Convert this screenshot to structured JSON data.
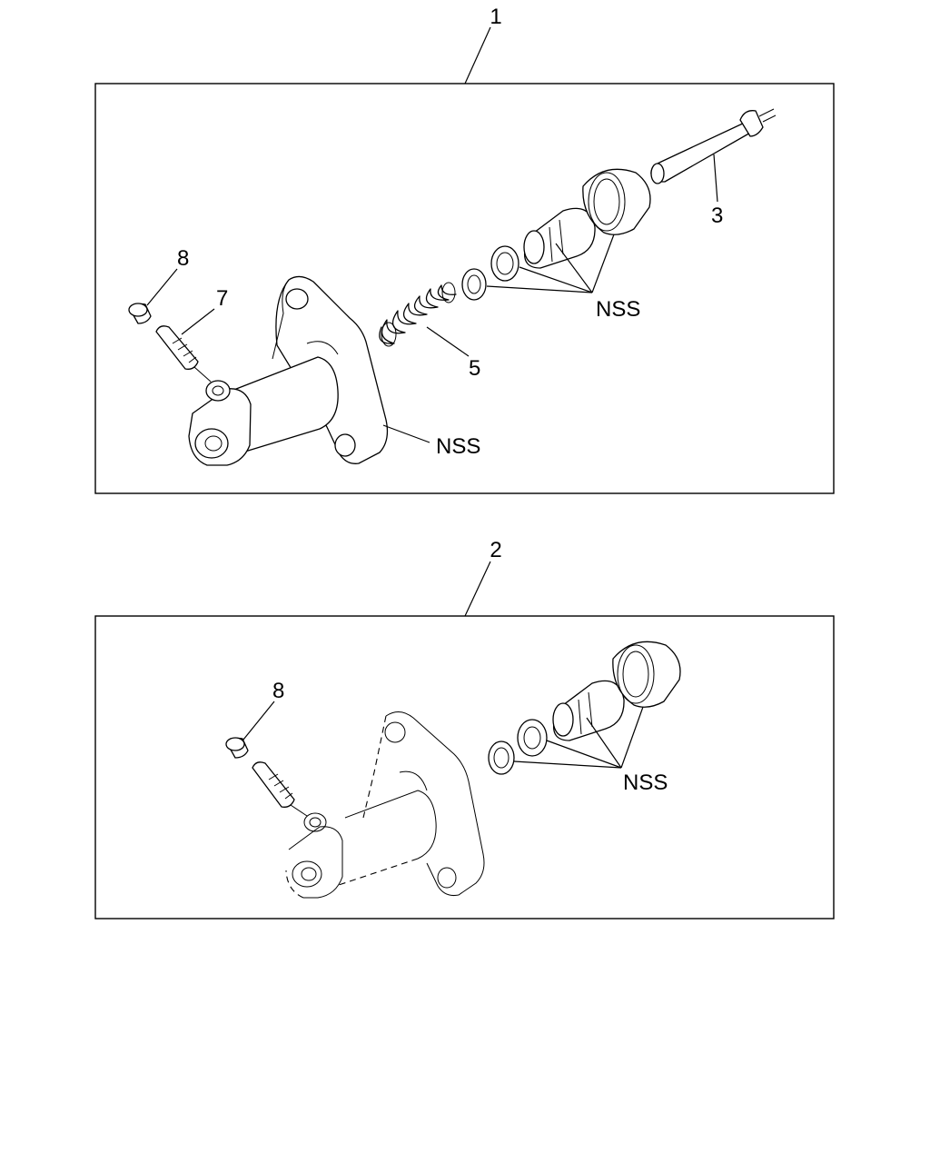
{
  "diagram": {
    "panel_1": {
      "callout": "1",
      "labels": {
        "cap": "8",
        "bleeder_screw": "7",
        "spring": "5",
        "push_rod": "3",
        "seal_kit": "NSS",
        "body": "NSS"
      }
    },
    "panel_2": {
      "callout": "2",
      "labels": {
        "cap": "8",
        "seal_kit": "NSS"
      }
    }
  }
}
